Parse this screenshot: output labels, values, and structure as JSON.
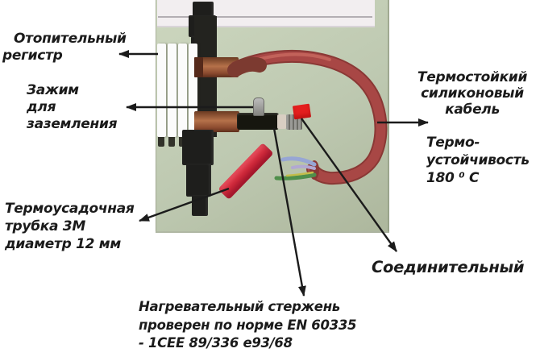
{
  "colors": {
    "ink": "#1b1b1b",
    "wall": "#bec9b1",
    "wall-light": "#cdd7bf",
    "wall-dark": "#adb79d",
    "panel": "#f2eef0",
    "cable": "#a84745",
    "cable-dark": "#8a3835",
    "cable-light": "#c2625a",
    "sleeve": "#7c3a30",
    "tube-red": "#d32a3c",
    "marker-red": "#e41f1e",
    "black-part": "#1e1e1c",
    "ring": "#d8cec2",
    "wire-blue": "#97a6d4",
    "wire-lavender": "#b2a8d2",
    "wire-green": "#4f8f4b",
    "wire-yellow": "#c3bd4a"
  },
  "labels": {
    "heating_register": {
      "line1": "Отопительный",
      "line2": "регистр"
    },
    "ground_clamp": {
      "line1": "Зажим",
      "line2": "для",
      "line3": "заземления"
    },
    "shrink_tube": {
      "line1": "Термоусадочная",
      "line2": "трубка 3М",
      "line3": "диаметр 12 мм"
    },
    "silicone_cable": {
      "line1": "Термостойкий",
      "line2": "силиконовый",
      "line3": "кабель"
    },
    "thermal_resistance": {
      "line1": "Термо-",
      "line2": "устойчивость",
      "line3": "180 ⁰ С"
    },
    "connector": {
      "text": "Соединительный"
    },
    "heating_rod": {
      "line1": "Нагревательный стержень",
      "line2": "проверен по норме EN 60335",
      "line3": "- 1CEE 89/336 e93/68"
    }
  }
}
